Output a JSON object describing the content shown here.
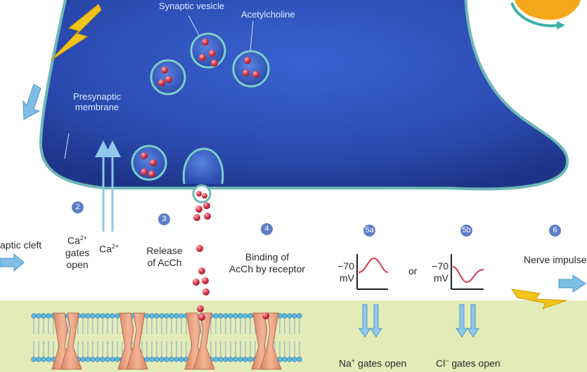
{
  "labels": {
    "synaptic_vesicle": "Synaptic vesicle",
    "acetylcholine": "Acetylcholine",
    "presynaptic_membrane_1": "Presynaptic",
    "presynaptic_membrane_2": "membrane",
    "synaptic_cleft": "aptic cleft",
    "ca_gates_1": "Ca",
    "ca_gates_sup": "2+",
    "ca_gates_2": "gates",
    "ca_gates_3": "open",
    "ca_ion": "Ca",
    "ca_ion_sup": "2+",
    "release_1": "Release",
    "release_2": "of AcCh",
    "binding_1": "Binding of",
    "binding_2": "AcCh by receptor",
    "graph_a_value": "−70",
    "graph_a_unit": "mV",
    "or": "or",
    "graph_b_value": "−70",
    "graph_b_unit": "mV",
    "nerve_impulse": "Nerve impulse",
    "na_gates": "Na",
    "na_sup": "+",
    "na_gates_rest": " gates open",
    "cl_gates": "Cl",
    "cl_sup": "−",
    "cl_gates_rest": " gates open"
  },
  "steps": [
    "2",
    "3",
    "4",
    "5a",
    "5b",
    "6"
  ],
  "colors": {
    "terminal": "#2e4fb8",
    "terminal_edge": "#5fb0b0",
    "membrane_band": "#e3ecb8",
    "receptor": "#e9a07f",
    "ach": "#d6384a",
    "arrow": "#8fc8ea",
    "lightning": "#f2c41a",
    "badge": "#5d7dc8"
  }
}
